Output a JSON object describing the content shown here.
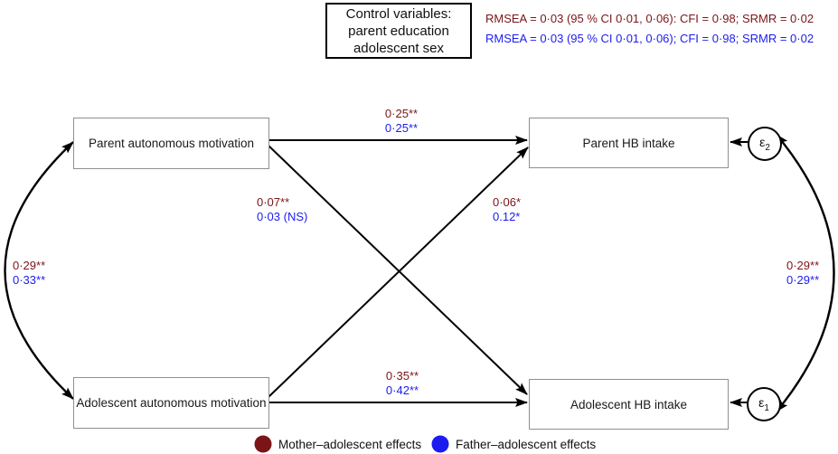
{
  "colors": {
    "mother": "#7b1416",
    "father": "#1c1cf0"
  },
  "control_box": {
    "line1": "Control variables:",
    "line2": "parent education",
    "line3": "adolescent sex"
  },
  "fit": {
    "mother": "RMSEA = 0·03 (95 % CI 0·01, 0·06): CFI = 0·98; SRMR = 0·02",
    "father": "RMSEA = 0·03 (95 % CI 0·01, 0·06); CFI = 0·98; SRMR = 0·02"
  },
  "nodes": {
    "parent_motivation": "Parent autonomous motivation",
    "adolescent_motivation": "Adolescent autonomous motivation",
    "parent_intake": "Parent HB intake",
    "adolescent_intake": "Adolescent HB intake"
  },
  "errors": {
    "e2": {
      "symbol": "ε",
      "sub": "2"
    },
    "e1": {
      "symbol": "ε",
      "sub": "1"
    }
  },
  "paths": {
    "parent_mot_to_parent_intake": {
      "mother": "0·25**",
      "father": "0·25**"
    },
    "parent_mot_to_adolescent_intake": {
      "mother": "0·07**",
      "father": "0·03 (NS)"
    },
    "adolescent_mot_to_parent_intake": {
      "mother": "0·06*",
      "father": "0.12*"
    },
    "adolescent_mot_to_adolescent_intake": {
      "mother": "0·35**",
      "father": "0·42**"
    },
    "motivation_covariance": {
      "mother": "0·29**",
      "father": "0·33**"
    },
    "error_covariance": {
      "mother": "0·29**",
      "father": "0·29**"
    }
  },
  "legend": {
    "mother": "Mother–adolescent effects",
    "father": "Father–adolescent effects"
  }
}
